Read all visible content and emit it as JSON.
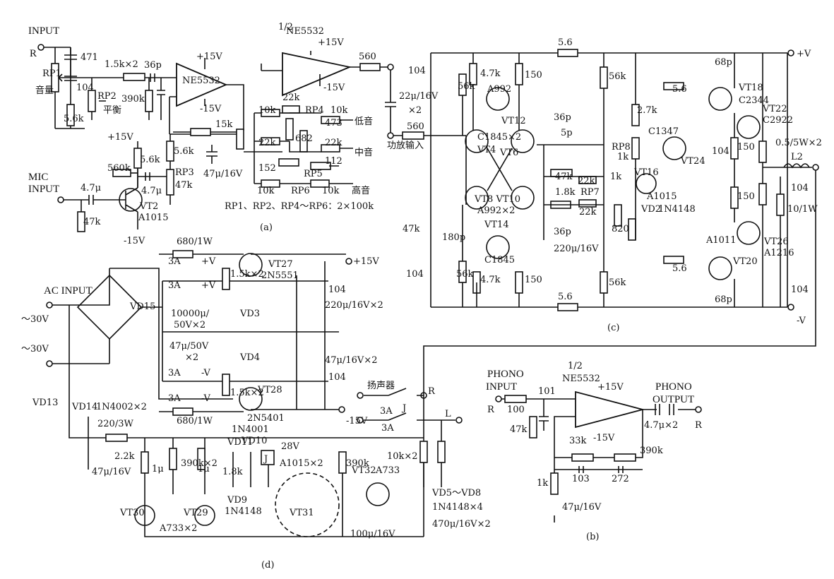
{
  "a": {
    "input": "INPUT",
    "r": "R",
    "c471": "471",
    "rp1": "RP1",
    "volume": "音量",
    "r15k": "1.5k×2",
    "c36p": "36p",
    "r390k": "390k",
    "c104": "104",
    "rp2": "RP2",
    "balance": "平衡",
    "r56k": "5.6k",
    "p15": "+15V",
    "ne5532": "NE5532",
    "m15": "-15V",
    "r15k2": "15k",
    "c47u": "47μ/16V",
    "rp3": "RP3",
    "r47k": "47k",
    "r560k": "560k",
    "mic": "MIC",
    "c47": "4.7μ",
    "vt2": "VT2",
    "a1015": "A1015",
    "m15b": "-15V",
    "half": "1/2",
    "r560": "560",
    "c22u": "22μ/16V",
    "x2": "×2",
    "r22k": "22k",
    "r10k": "10k",
    "rp4": "RP4",
    "c473": "473",
    "bass": "低音",
    "c682": "682",
    "mid": "中音",
    "c112": "112",
    "c152": "152",
    "rp5": "RP5",
    "rp6": "RP6",
    "treble": "高音",
    "note": "RP1、RP2、RP4～RP6：2×100k",
    "tag": "(a)",
    "power_in": "功放输入"
  },
  "c": {
    "pv": "+V",
    "mv": "-V",
    "r56": "5.6",
    "c104": "104",
    "r47k": "4.7k",
    "r150": "150",
    "r56k": "56k",
    "a992": "A992",
    "vt12": "VT12",
    "c1845x2": "C1845×2",
    "vt4": "VT4",
    "vt6": "VT6",
    "vt8_10": "VT8 VT10",
    "a992x2": "A992×2",
    "vt14": "VT14",
    "c1845": "C1845",
    "r47k2": "47k",
    "c180p": "180p",
    "c36p": "36p",
    "c5p": "5p",
    "r22k": "22k",
    "r1k": "1k",
    "r18k": "1.8k",
    "rp7": "RP7",
    "c220u": "220μ/16V",
    "r820": "820",
    "r27k": "2.7k",
    "rp8": "RP8",
    "c1347": "C1347",
    "vt24": "VT24",
    "vt16": "VT16",
    "a1015": "A1015",
    "vd2": "VD2",
    "n4148": "1N4148",
    "c68p": "68p",
    "vt18": "VT18",
    "c2344": "C2344",
    "vt22": "VT22",
    "c2922": "C2922",
    "r05": "0.5/5W×2",
    "l2": "L2",
    "r10": "10/1W",
    "a1011": "A1011",
    "vt20": "VT20",
    "vt26": "VT26",
    "a1216": "A1216",
    "tag": "(c)"
  },
  "d": {
    "r680": "680/1W",
    "ac": "AC INPUT",
    "v30": "～30V",
    "vd15": "VD15",
    "f3a": "3A",
    "pv": "+V",
    "mv": "-V",
    "c10000": "10000μ/",
    "v50x2": "50V×2",
    "c47u50": "47μ/50V",
    "x2": "×2",
    "vd3": "VD3",
    "vd4": "VD4",
    "r15kx2": "1.5k×2",
    "vt27": "VT27",
    "n5551": "2N5551",
    "vt28": "VT28",
    "n5401": "2N5401",
    "p15": "+15V",
    "m15": "-15V",
    "c104": "104",
    "c220x2": "220μ/16V×2",
    "c47x2": "47μ/16V×2",
    "vd13": "VD13",
    "vd14": "VD14",
    "n4002": "1N4002×2",
    "r220": "220/3W",
    "c47u": "47μ/16V",
    "r22k": "2.2k",
    "c1u": "1μ",
    "r390x2": "390k×2",
    "vd11": "VD11",
    "vd10": "VD10",
    "n4001": "1N4001",
    "v28": "28V",
    "j": "J",
    "r18k": "1.8k",
    "a1015x2": "A1015×2",
    "r390k": "390k",
    "vd9": "VD9",
    "n4148": "1N4148",
    "vt31": "VT31",
    "vt30": "VT30",
    "vt29": "VT29",
    "a733x2": "A733×2",
    "c100u": "100μ/16V",
    "vt32": "VT32",
    "a733": "A733",
    "r10kx2": "10k×2",
    "vd58": "VD5～VD8",
    "n4148x4": "1N4148×4",
    "c470x2": "470μ/16V×2",
    "speaker": "扬声器",
    "r": "R",
    "l": "L",
    "tag": "(d)"
  },
  "b": {
    "phono": "PHONO",
    "input": "INPUT",
    "output": "OUTPUT",
    "r": "R",
    "r100": "100",
    "c101": "101",
    "r47k": "47k",
    "half": "1/2",
    "ne5532": "NE5532",
    "p15": "+15V",
    "m15": "-15V",
    "c47x2": "4.7μ×2",
    "r33k": "33k",
    "r390k": "390k",
    "c103": "103",
    "c272": "272",
    "r1k": "1k",
    "c47u": "47μ/16V",
    "tag": "(b)"
  }
}
